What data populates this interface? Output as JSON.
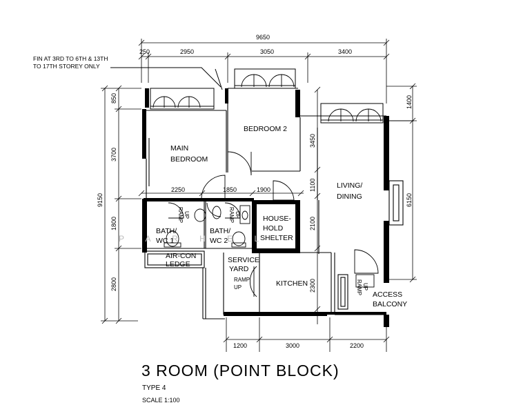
{
  "plan": {
    "rooms": {
      "main_bedroom": [
        "MAIN",
        "BEDROOM"
      ],
      "bedroom_2": "BEDROOM 2",
      "living_dining": [
        "LIVING/",
        "DINING"
      ],
      "bath_wc_1": [
        "BATH/",
        "WC 1"
      ],
      "bath_wc_2": [
        "BATH/",
        "WC 2"
      ],
      "household_shelter": [
        "HOUSE-",
        "HOLD",
        "SHELTER"
      ],
      "air_con_ledge": [
        "AIR-CON",
        "LEDGE"
      ],
      "service_yard": [
        "SERVICE",
        "YARD"
      ],
      "kitchen": "KITCHEN",
      "access_balcony": [
        "ACCESS",
        "BALCONY"
      ]
    },
    "ramp_labels": {
      "bath1": [
        "RAMP",
        "UP"
      ],
      "bath2": [
        "RAMP",
        "UP"
      ],
      "yard": [
        "RAMP",
        "UP"
      ],
      "balcony": [
        "RAMP",
        "UP"
      ]
    },
    "note": [
      "FIN AT 3RD TO 6TH & 13TH",
      "TO 17TH  STOREY ONLY"
    ],
    "watermark": "P A R   H E L",
    "dimensions": {
      "top_total": "9650",
      "top_segments": [
        "250",
        "2950",
        "3050",
        "3400"
      ],
      "left_total": "9150",
      "left_segments": [
        "850",
        "3700",
        "1800",
        "2800"
      ],
      "right_segments": [
        "1400",
        "6150"
      ],
      "inner_row": [
        "2250",
        "1850",
        "1900"
      ],
      "inner_vertical": [
        "3450",
        "1100",
        "2100",
        "2300"
      ],
      "bottom_segments": [
        "1200",
        "3000",
        "2200"
      ]
    }
  },
  "title": "3 ROOM (POINT BLOCK)",
  "type_label": "TYPE 4",
  "scale_label": "SCALE  1:100"
}
